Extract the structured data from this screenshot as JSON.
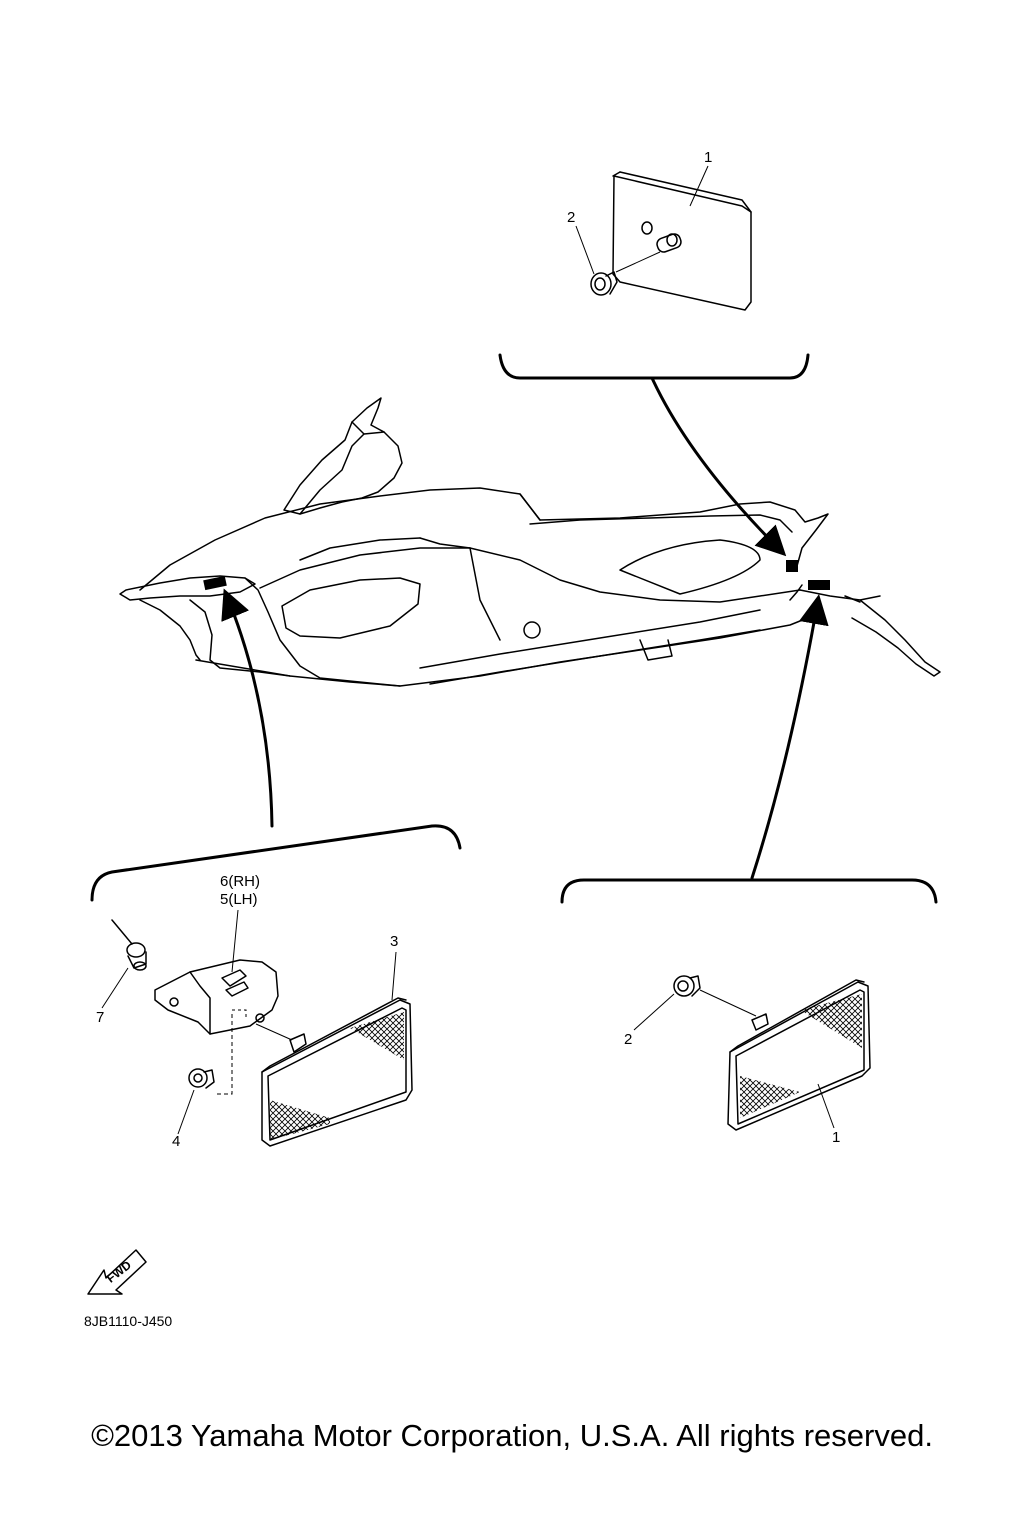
{
  "diagram": {
    "callouts": {
      "top": {
        "p1": "1",
        "p2": "2"
      },
      "left": {
        "p6": "6(RH)",
        "p5": "5(LH)",
        "p3": "3",
        "p7": "7",
        "p4": "4"
      },
      "right": {
        "p2": "2",
        "p1": "1"
      }
    },
    "fwd_label": "FWD",
    "code": "8JB1110-J450",
    "copyright": "©2013 Yamaha Motor Corporation, U.S.A. All rights reserved."
  }
}
